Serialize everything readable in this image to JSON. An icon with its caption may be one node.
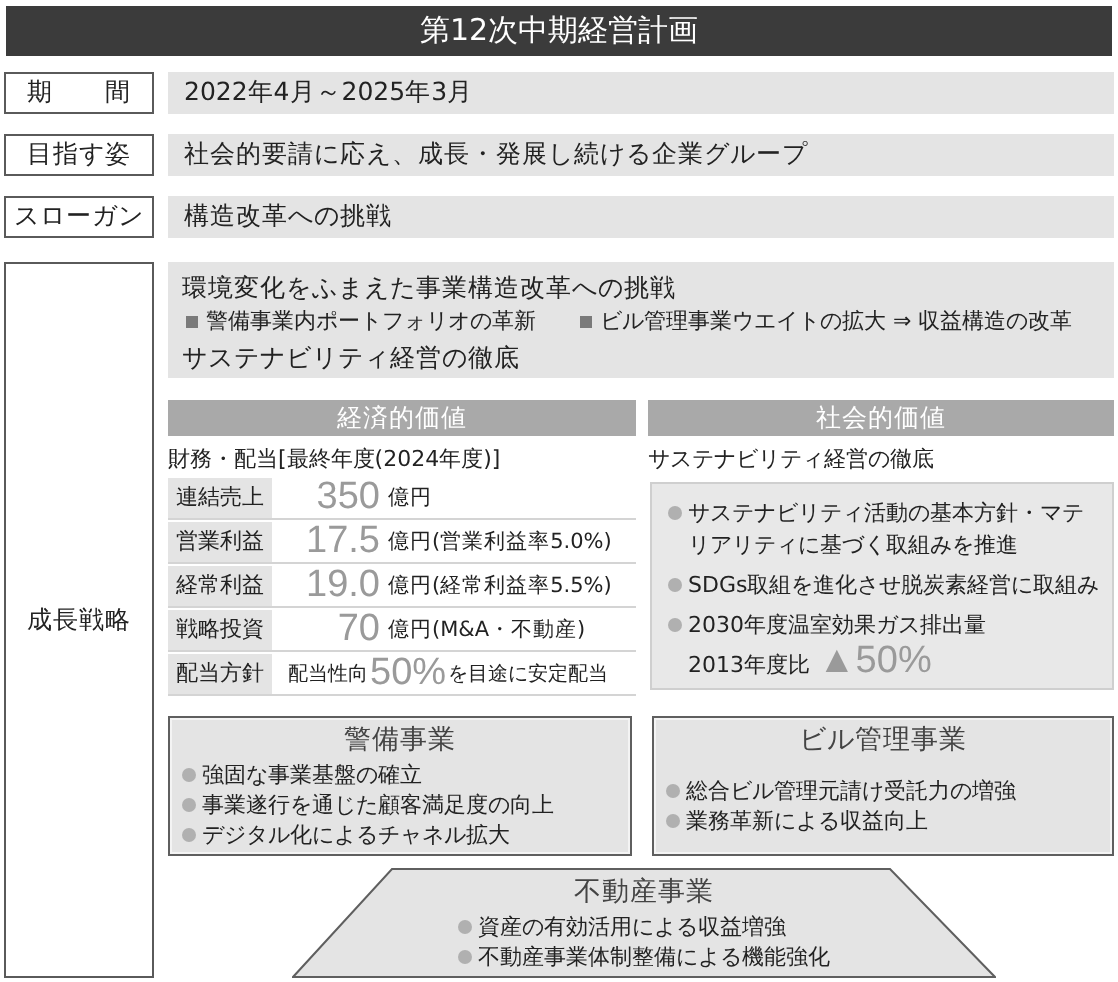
{
  "diagram": {
    "title": "第12次中期経営計画",
    "nodes": [
      {
        "text": [
          "期間"
        ]
      },
      {
        "text": [
          "2022年4月～2025年3月"
        ]
      },
      {
        "text": [
          "目指す姿"
        ]
      },
      {
        "text": [
          "社会的要請に応え、成長・発展し続ける企業グループ"
        ]
      },
      {
        "text": [
          "スローガン"
        ]
      },
      {
        "text": [
          "構造改革への挑戦"
        ]
      },
      {
        "text": [
          "成長戦略"
        ]
      },
      {
        "text": [
          "環境変化をふまえた事業構造改革への挑戦",
          "警備事業内ポートフォリオの革新",
          "ビル管理事業ウエイトの拡大 ⇒ 収益構造の改革",
          "サステナビリティ経営の徹底"
        ]
      },
      {
        "text": [
          "経済的価値"
        ]
      },
      {
        "text": [
          "社会的価値"
        ]
      },
      {
        "text": [
          "サステナビリティ活動の基本方針・マテリアリティに基づく取組みを推進",
          "SDGs取組を進化させ脱炭素経営に取組み",
          "2030年度温室効果ガス排出量",
          "2013年度比",
          "▲50%"
        ]
      },
      {
        "text": [
          "警備事業",
          "強固な事業基盤の確立",
          "事業遂行を通じた顧客満足度の向上",
          "デジタル化によるチャネル拡大"
        ]
      },
      {
        "text": [
          "ビル管理事業",
          "総合ビル管理元請け受託力の増強",
          "業務革新による収益向上"
        ]
      },
      {
        "text": [
          "不動産事業",
          "資産の有効活用による収益増強",
          "不動産事業体制整備による機能強化"
        ]
      }
    ],
    "labels": [
      "財務・配当[最終年度(2024年度)]",
      "連結売上",
      "350",
      "億円",
      "営業利益",
      "17.5",
      "億円(営業利益率5.0%)",
      "経常利益",
      "19.0",
      "億円(経常利益率5.5%)",
      "戦略投資",
      "70",
      "億円(M&A・不動産)",
      "配当方針",
      "配当性向",
      "50%",
      "を目途に安定配当",
      "サステナビリティ経営の徹底"
    ]
  }
}
